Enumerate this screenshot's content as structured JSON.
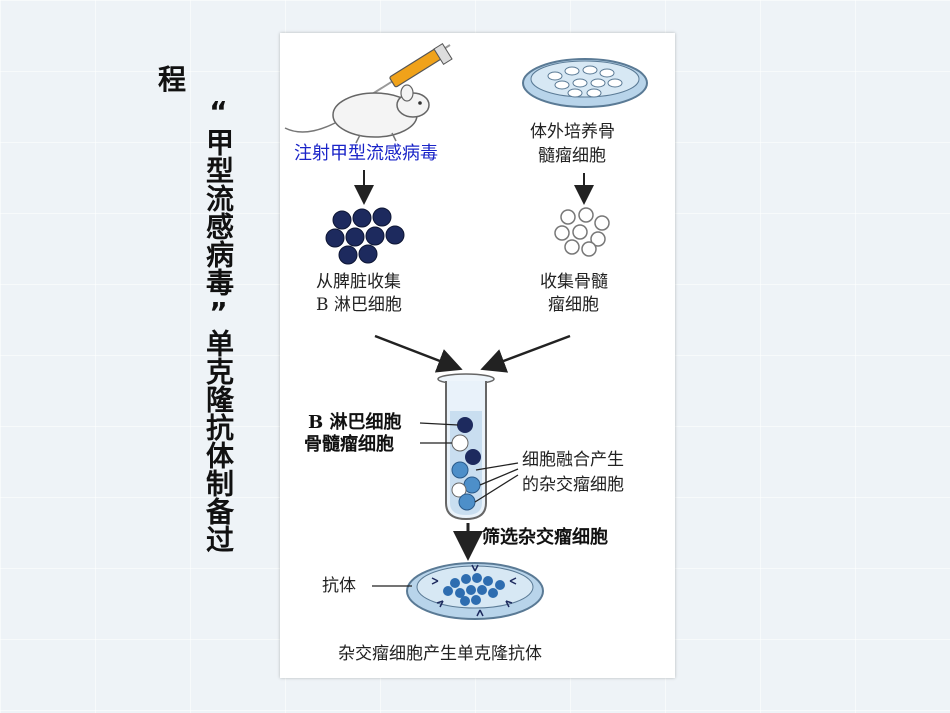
{
  "slide": {
    "title_vertical": "“甲型流感病毒”单克隆抗体制备过",
    "title_tail": "程"
  },
  "diagram": {
    "inject_label": "注射甲型流感病毒",
    "culture_label_line1": "体外培养骨",
    "culture_label_line2": "髓瘤细胞",
    "collect_b_line1": "从脾脏收集",
    "collect_b_line2": "B 淋巴细胞",
    "collect_myeloma_line1": "收集骨髓",
    "collect_myeloma_line2": "瘤细胞",
    "tube_label_b": "B 淋巴细胞",
    "tube_label_myeloma": "骨髓瘤细胞",
    "fusion_label_line1": "细胞融合产生",
    "fusion_label_line2": "的杂交瘤细胞",
    "screen_label": "筛选杂交瘤细胞",
    "antibody_label": "抗体",
    "caption": "杂交瘤细胞产生单克隆抗体"
  },
  "colors": {
    "b_cell": "#1d2a5e",
    "myeloma_cell": "#ffffff",
    "hybrid_cell": "#4d8fc9",
    "dish": "#b8d4ea",
    "syringe_liquid": "#f0a21a"
  }
}
